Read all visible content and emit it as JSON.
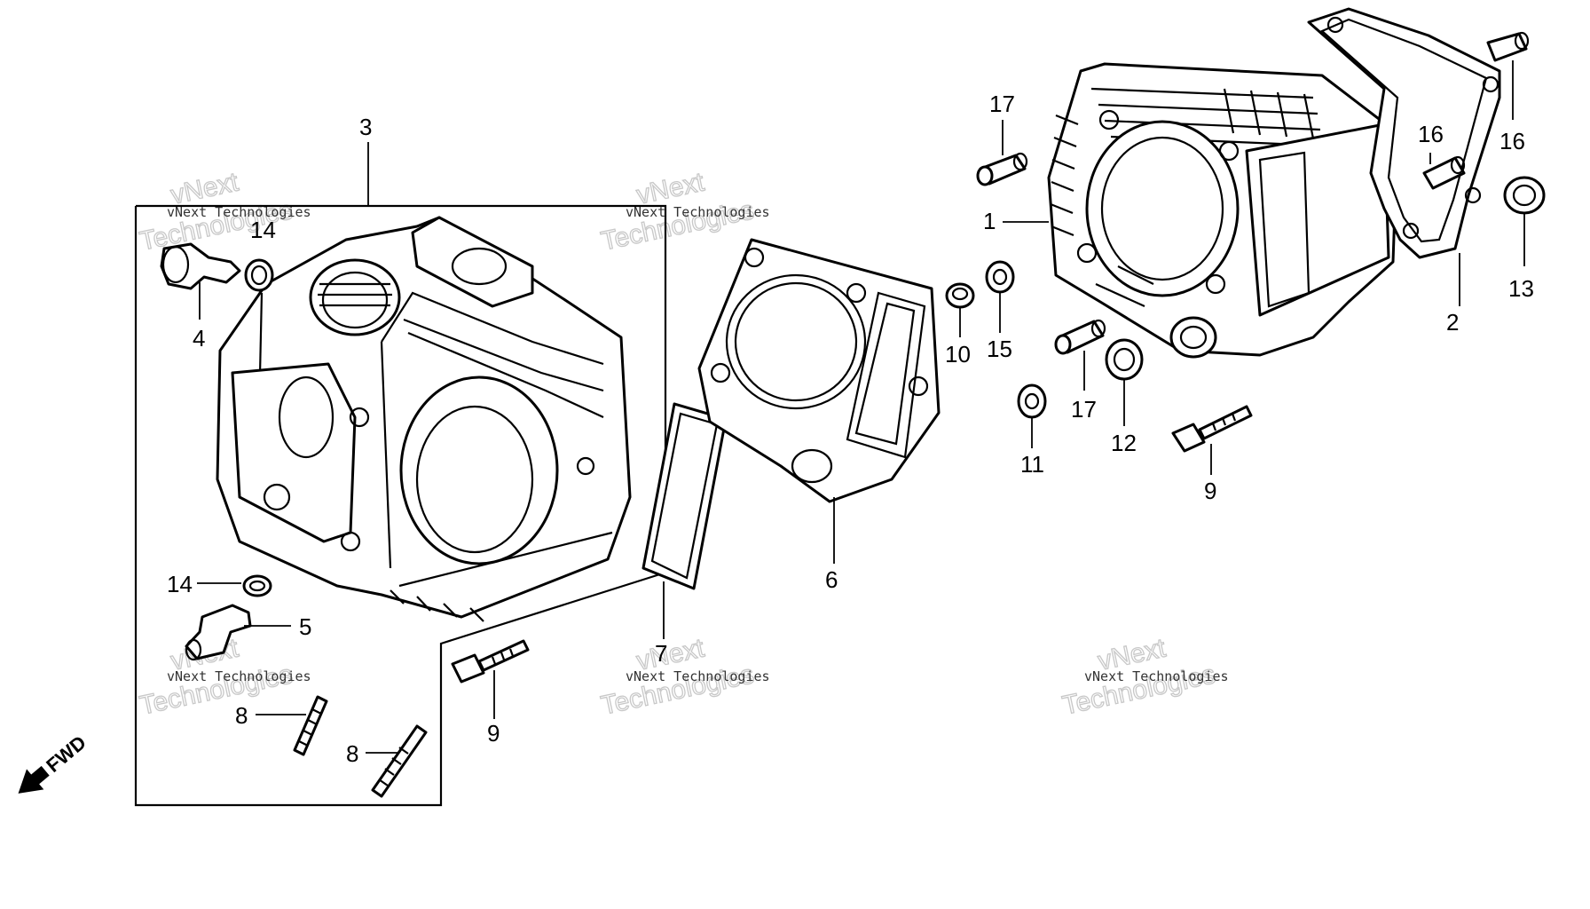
{
  "diagram": {
    "labels": {
      "l1": "1",
      "l2": "2",
      "l3": "3",
      "l4": "4",
      "l5": "5",
      "l6": "6",
      "l7": "7",
      "l8a": "8",
      "l8b": "8",
      "l9a": "9",
      "l9b": "9",
      "l10": "10",
      "l11": "11",
      "l12": "12",
      "l13": "13",
      "l14a": "14",
      "l14b": "14",
      "l15": "15",
      "l16a": "16",
      "l16b": "16",
      "l17a": "17",
      "l17b": "17"
    },
    "fwd_label": "FWD",
    "watermark": {
      "brand": "vNext Technologies",
      "big1": "vNext",
      "big2": "Technologies"
    }
  }
}
